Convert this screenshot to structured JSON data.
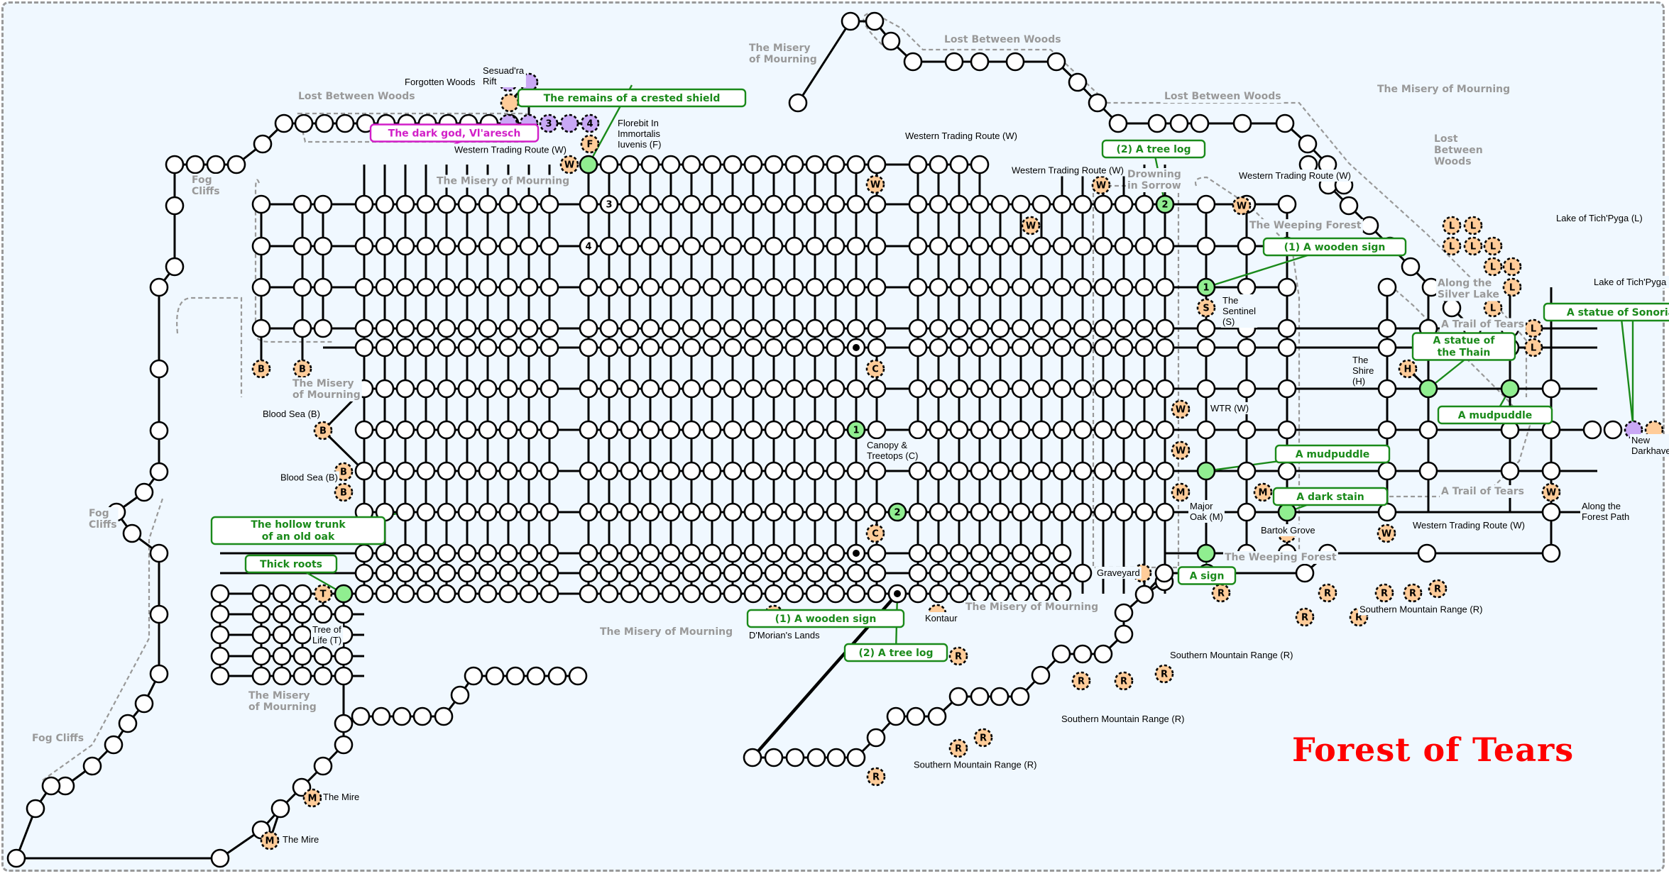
{
  "title": "Forest of Tears",
  "colors": {
    "background": "#f0f8ff",
    "node": "#ffffff",
    "special_node": "#90ee90",
    "portal_node": "#c9a8f5",
    "exit_node": "#ffcc99",
    "callout": "#1a8a1a",
    "callout_magenta": "#d21fc8",
    "area_label": "#999999",
    "title": "#ff0000"
  },
  "area_labels": [
    "Lost Between Woods",
    "Lost Between Woods",
    "Lost Between Woods",
    "Lost Between Woods",
    "The Misery of Mourning",
    "The Misery of Mourning",
    "The Misery of Mourning",
    "The Misery of Mourning",
    "The Misery of Mourning",
    "The Misery of Mourning",
    "The Misery of Mourning",
    "Fog Cliffs",
    "Fog Cliffs",
    "Fog Cliffs",
    "Drowning in Sorrow",
    "The Weeping Forest",
    "The Weeping Forest",
    "Along the Silver Lake",
    "A Trail of Tears",
    "A Trail of Tears"
  ],
  "place_labels": [
    "Forgotten Woods",
    "Sesuad'ra Rift",
    "Florebit In Immortalis Iuvenis (F)",
    "Western Trading Route (W)",
    "Western Trading Route (W)",
    "Western Trading Route (W)",
    "Western Trading Route (W)",
    "Western Trading Route (W)",
    "Lake of Tich'Pyga (L)",
    "Lake of Tich'Pyga (L)",
    "The Sentinel (S)",
    "WTR (W)",
    "The Shire (H)",
    "New Darkhaven",
    "Along the Forest Path",
    "Major Oak (M)",
    "Bartok Grove",
    "Graveyard",
    "Southern Mountain Range (R)",
    "Southern Mountain Range (R)",
    "Southern Mountain Range (R)",
    "Southern Mountain Range (R)",
    "Kontaur",
    "D'Morian's Lands",
    "Canopy & Treetops (C)",
    "Blood Sea (B)",
    "Blood Sea (B)",
    "Tree of Life (T)",
    "The Mire",
    "The Mire"
  ],
  "callouts": [
    "The remains of a crested shield",
    "The dark god, Vl'aresch",
    "(2) A tree log",
    "(1) A wooden sign",
    "A statue of Sonoria",
    "A statue of the Thain",
    "A mudpuddle",
    "A mudpuddle",
    "A dark stain",
    "A sign",
    "The hollow trunk of an old oak",
    "Thick roots",
    "(1) A wooden sign",
    "(2) A tree log"
  ],
  "node_letters": {
    "western": "W",
    "forgotten": "F",
    "lake": "L",
    "sentinel": "S",
    "shire": "H",
    "major_oak": "M",
    "range": "R",
    "canopy": "C",
    "blood": "B",
    "tree": "T",
    "mire": "M"
  },
  "node_numbers": [
    "1",
    "2",
    "3",
    "4"
  ]
}
